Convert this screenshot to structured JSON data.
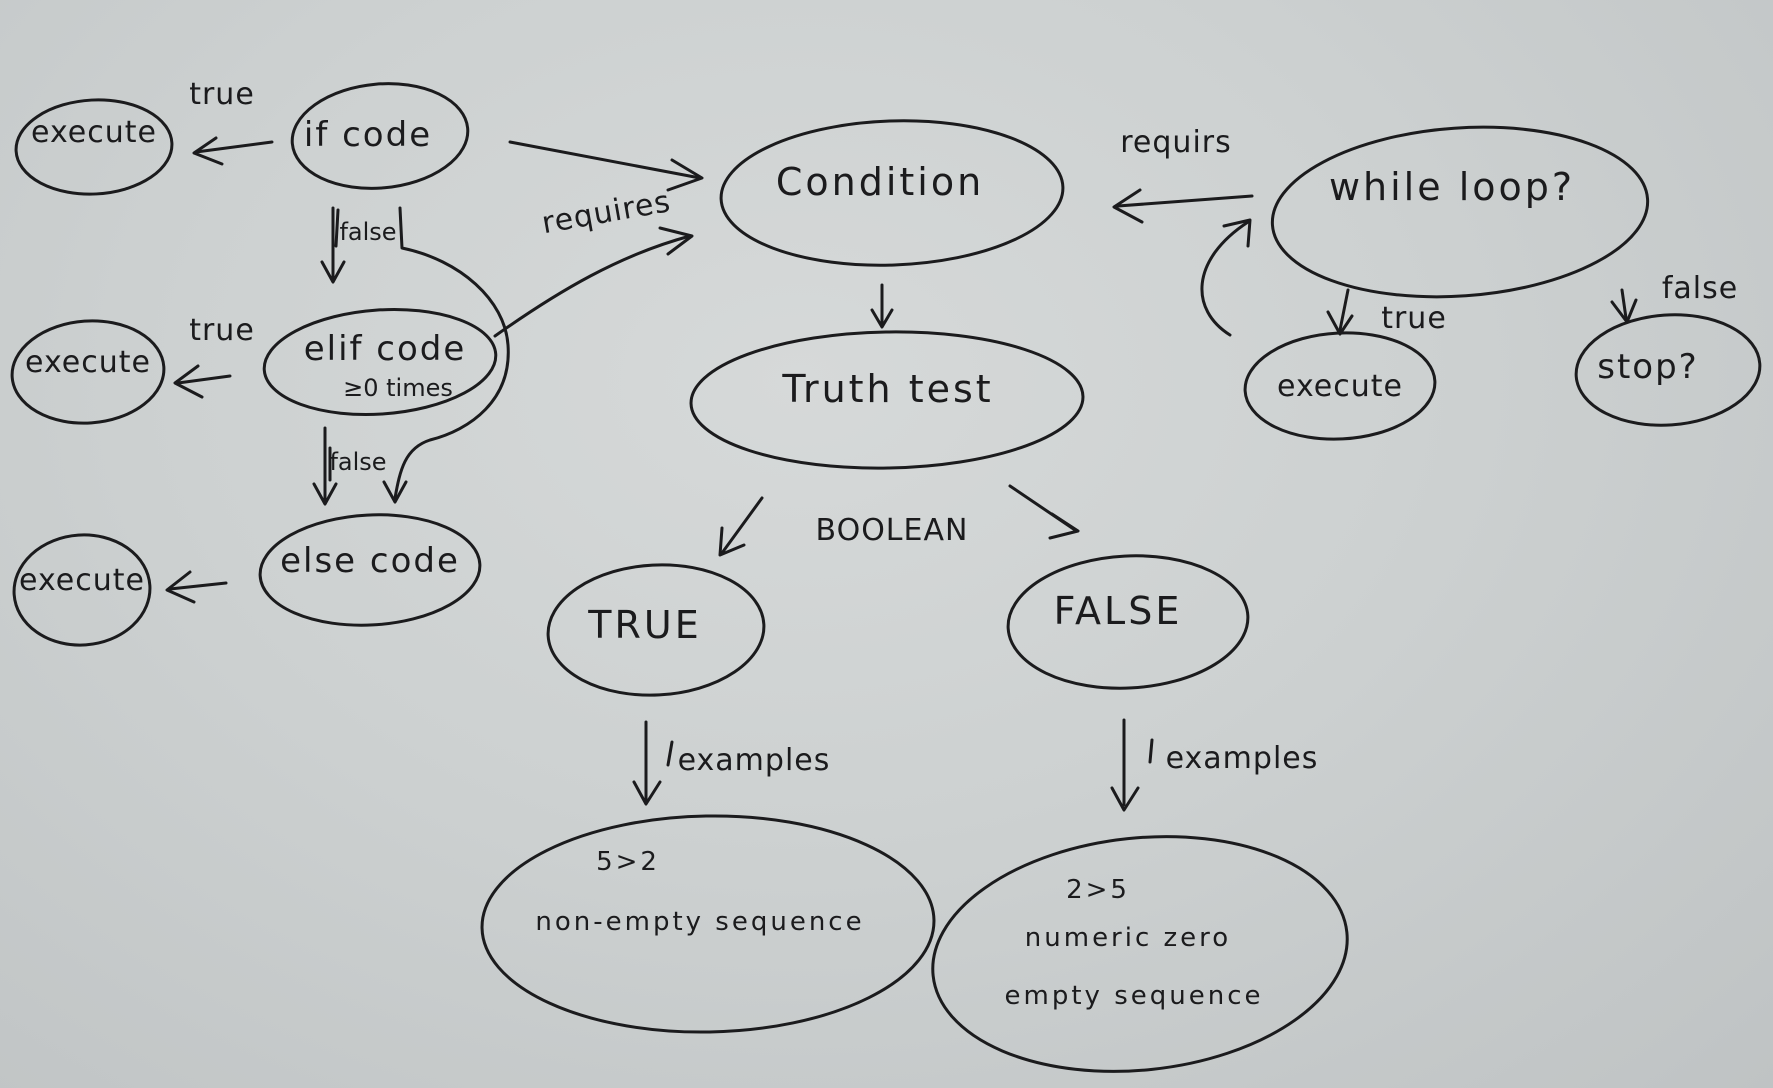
{
  "nodes": {
    "execute_1": "execute",
    "if_code": "if code",
    "execute_2": "execute",
    "elif_code": "elif code",
    "elif_sub": "≥0 times",
    "execute_3": "execute",
    "else_code": "else code",
    "condition": "Condition",
    "truth_test": "Truth test",
    "true_node": "TRUE",
    "false_node": "FALSE",
    "true_ex_1": "5>2",
    "true_ex_2": "non-empty sequence",
    "false_ex_1": "2>5",
    "false_ex_2": "numeric zero",
    "false_ex_3": "empty sequence",
    "while_loop": "while loop?",
    "execute_4": "execute",
    "stop": "stop?"
  },
  "edges": {
    "if_true": "true",
    "if_false": "false",
    "elif_true": "true",
    "elif_false": "false",
    "elif_requires": "requires",
    "while_requires": "requirs",
    "boolean": "BOOLEAN",
    "true_examples": "examples",
    "false_examples": "examples",
    "while_true": "true",
    "while_false": "false"
  }
}
